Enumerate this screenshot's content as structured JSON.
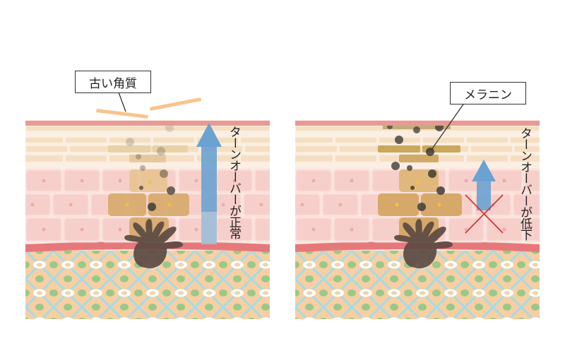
{
  "left_panel": {
    "callout": "古い角質",
    "turnover_label": "ターンオーバーが正常"
  },
  "right_panel": {
    "callout": "メラニン",
    "turnover_label": "ターンオーバーが低下"
  },
  "colors": {
    "surface_line": "#e89896",
    "stratum_corneum": "#f5e3c8",
    "cell_fill": "#f7cfca",
    "cell_bg": "#fbe2dc",
    "dermis_bg": "#f8cfa2",
    "fiber": "#a7dbe6",
    "fiber_dot": "#98c98a",
    "melanin_cell": "#c8a060",
    "melanin_dot": "#3f3b36",
    "melanocyte": "#5b4a42",
    "arrow": "#6aa2d2",
    "cross": "#cf3a3a"
  }
}
